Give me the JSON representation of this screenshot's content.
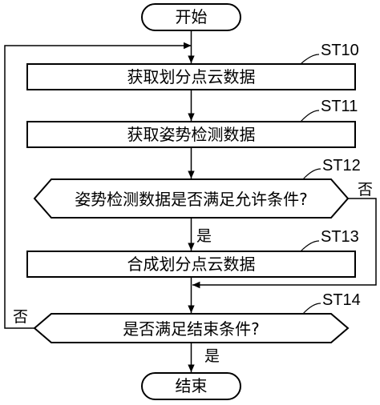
{
  "flowchart": {
    "start": "开始",
    "end": "结束",
    "steps": [
      {
        "tag": "ST10",
        "text": "获取划分点云数据"
      },
      {
        "tag": "ST11",
        "text": "获取姿势检测数据"
      },
      {
        "tag": "ST12",
        "text": "姿势检测数据是否满足允许条件?"
      },
      {
        "tag": "ST13",
        "text": "合成划分点云数据"
      },
      {
        "tag": "ST14",
        "text": "是否满足结束条件?"
      }
    ],
    "branches": {
      "st12_yes": "是",
      "st12_no": "否",
      "st14_yes": "是",
      "st14_no": "否"
    }
  }
}
